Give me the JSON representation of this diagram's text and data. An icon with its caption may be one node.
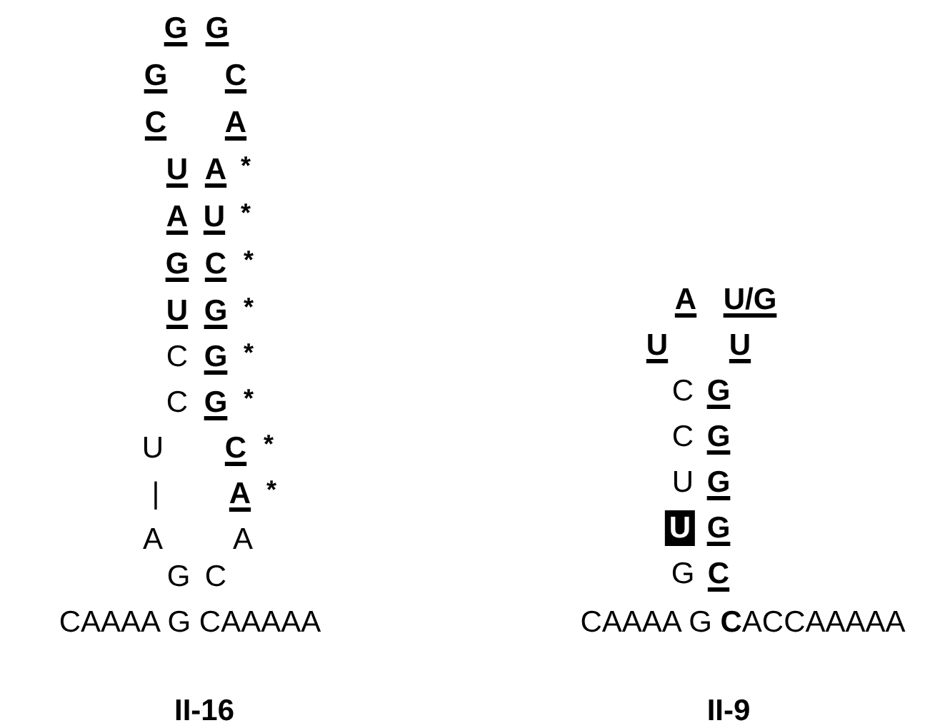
{
  "diagram": {
    "labels": [
      "G",
      "G",
      "G",
      "C",
      "C",
      "A",
      "U",
      "A",
      "*",
      "A",
      "U",
      "*",
      "G",
      "C",
      "*",
      "U",
      "G",
      "*",
      "C",
      "G",
      "*",
      "C",
      "G",
      "*",
      "U",
      "C",
      "*",
      "|",
      "A",
      "*",
      "A",
      "A",
      "G",
      "C",
      "CAAAA G CAAAAA",
      "II-16",
      "A",
      "U/G",
      "U",
      "U",
      "C",
      "G",
      "C",
      "G",
      "U",
      "G",
      "U",
      "G",
      "G",
      "C",
      "CAAAA G **C**ACCAAAAA",
      "II-9"
    ]
  }
}
